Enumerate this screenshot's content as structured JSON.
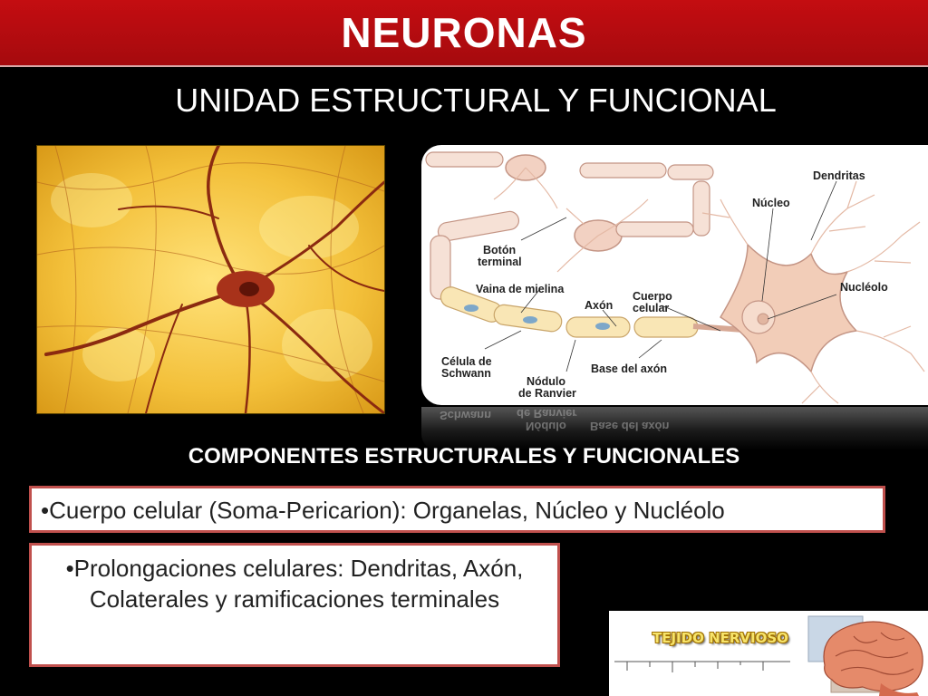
{
  "title": "NEURONAS",
  "subtitle": "UNIDAD ESTRUCTURAL Y FUNCIONAL",
  "diagram": {
    "labels": {
      "dendritas": "Dendritas",
      "nucleo": "Núcleo",
      "boton_1": "Botón",
      "boton_2": "terminal",
      "vaina": "Vaina de mielina",
      "axon": "Axón",
      "cuerpo_1": "Cuerpo",
      "cuerpo_2": "celular",
      "nucleolo": "Nucléolo",
      "schwann_1": "Célula de",
      "schwann_2": "Schwann",
      "nodulo_1": "Nódulo",
      "nodulo_2": "de Ranvier",
      "base_axon": "Base del axón"
    }
  },
  "reflection_labels": {
    "schwann": "Schwann",
    "ranvier": "de Ranvier",
    "nodulo": "Nódulo",
    "base": "Base del axón"
  },
  "section_heading": "COMPONENTES ESTRUCTURALES Y FUNCIONALES",
  "bullets": {
    "cuerpo": "•Cuerpo celular (Soma-Pericarion): Organelas, Núcleo y Nucléolo",
    "prolongaciones": "•Prolongaciones celulares: Dendritas, Axón, Colaterales y ramificaciones terminales"
  },
  "thumbnail": {
    "label": "TEJIDO NERVIOSO"
  },
  "colors": {
    "title_bar": "#b80c10",
    "box_border": "#c0504d",
    "background": "#000000"
  }
}
